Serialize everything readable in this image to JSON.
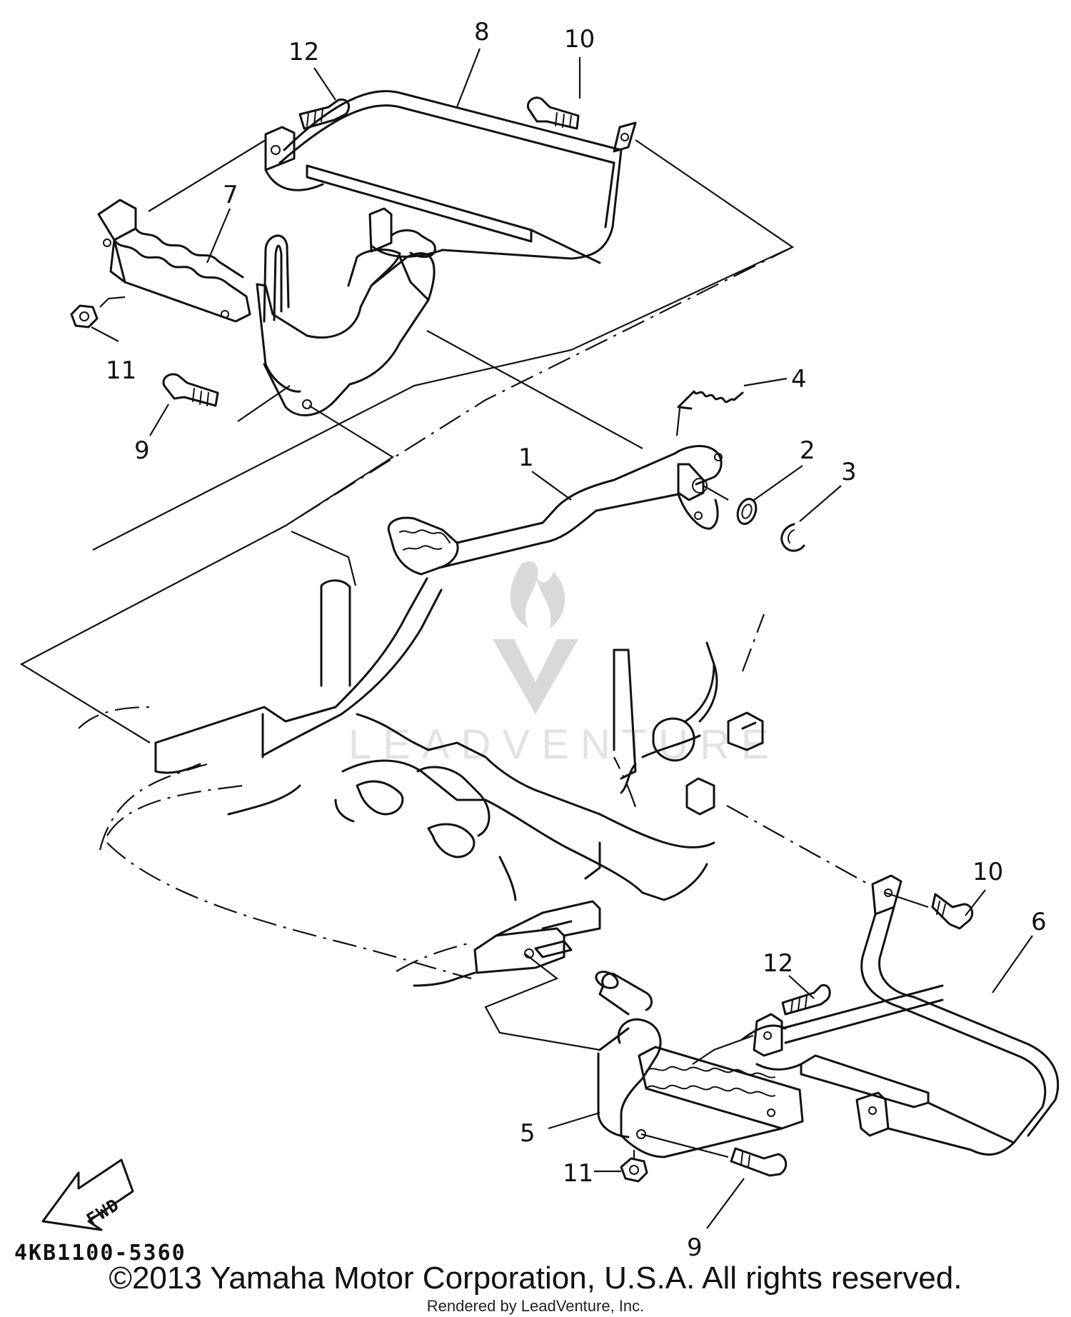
{
  "diagram": {
    "part_labels": [
      "1",
      "2",
      "3",
      "4",
      "5",
      "6",
      "7",
      "8",
      "9",
      "9",
      "10",
      "10",
      "11",
      "11",
      "12",
      "12"
    ],
    "fwd_label": "FWD",
    "drawing_code": "4KB1100-5360"
  },
  "watermark": {
    "text": "LEADVENTURE"
  },
  "footer": {
    "copyright": "©2013 Yamaha Motor Corporation, U.S.A. All rights reserved.",
    "rendered_by": "Rendered by LeadVenture, Inc."
  }
}
